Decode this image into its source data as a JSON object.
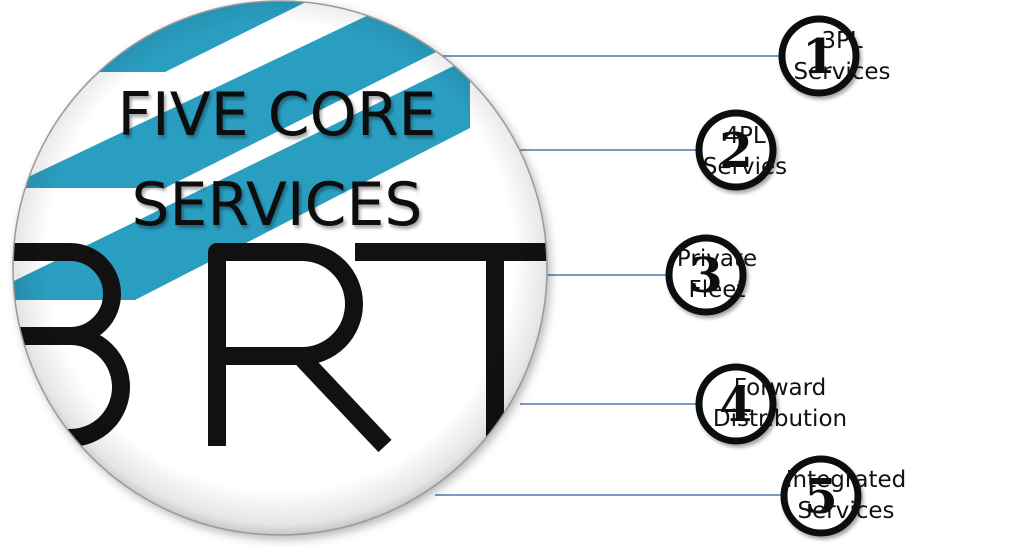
{
  "title": {
    "line1": "FIVE CORE",
    "line2": "SERVICES"
  },
  "logo": {
    "text": "BRT"
  },
  "colors": {
    "stripe": "#2a9ec1",
    "connector": "#4a7ab0",
    "title_fill": "#111111",
    "badge_outline": "#111111",
    "logo_ink": "#111111"
  },
  "services": [
    {
      "number": "1",
      "line1": "3PL",
      "line2": "Services"
    },
    {
      "number": "2",
      "line1": "4PL",
      "line2": "Servies"
    },
    {
      "number": "3",
      "line1": "Private",
      "line2": "Fleet"
    },
    {
      "number": "4",
      "line1": "Forward",
      "line2": "Distribution"
    },
    {
      "number": "5",
      "line1": "Integrated",
      "line2": "Services"
    }
  ]
}
